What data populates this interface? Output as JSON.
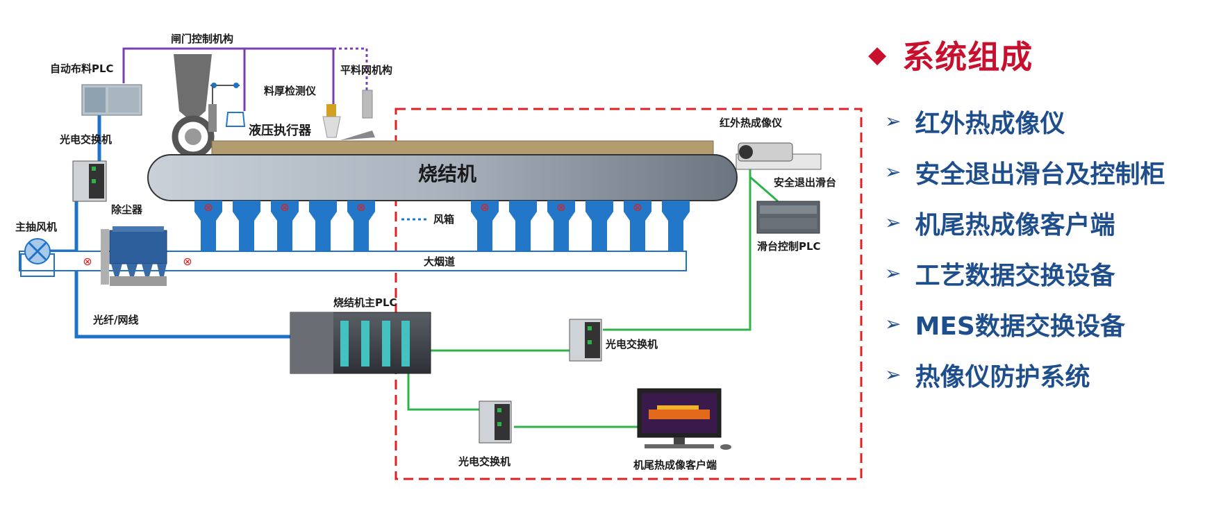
{
  "diagram": {
    "labels": {
      "gate_mechanism": "闸门控制机构",
      "auto_feed_plc": "自动布料PLC",
      "leveling_mechanism": "平料网机构",
      "thickness_detector": "料厚检测仪",
      "hydraulic_actuator": "液压执行器",
      "ir_camera": "红外热成像仪",
      "safety_slide": "安全退出滑台",
      "optical_switch_top": "光电交换机",
      "sinter_machine": "烧结机",
      "dust_collector": "除尘器",
      "main_fan": "主抽风机",
      "wind_box": "风箱",
      "slide_plc": "滑台控制PLC",
      "flue": "大烟道",
      "main_plc": "烧结机主PLC",
      "fiber_cable": "光纤/网线",
      "optical_switch_mid": "光电交换机",
      "optical_switch_bottom": "光电交换机",
      "tail_client": "机尾热成像客户端"
    },
    "colors": {
      "control_line": "#7a3fb0",
      "fiber_line": "#1e73c8",
      "ethernet_line": "#2db34a",
      "wind_box": "#2277c8",
      "sinter_body": "#9aa5b3",
      "boundary": "#e02020"
    }
  },
  "panel": {
    "bullet_icon": "diamond-icon",
    "title": "系统组成",
    "item_icon": "arrow-icon",
    "items": [
      "红外热成像仪",
      "安全退出滑台及控制柜",
      "机尾热成像客户端",
      "工艺数据交换设备",
      "MES数据交换设备",
      "热像仪防护系统"
    ],
    "title_color": "#c8102e",
    "item_color": "#1f4e8c"
  }
}
